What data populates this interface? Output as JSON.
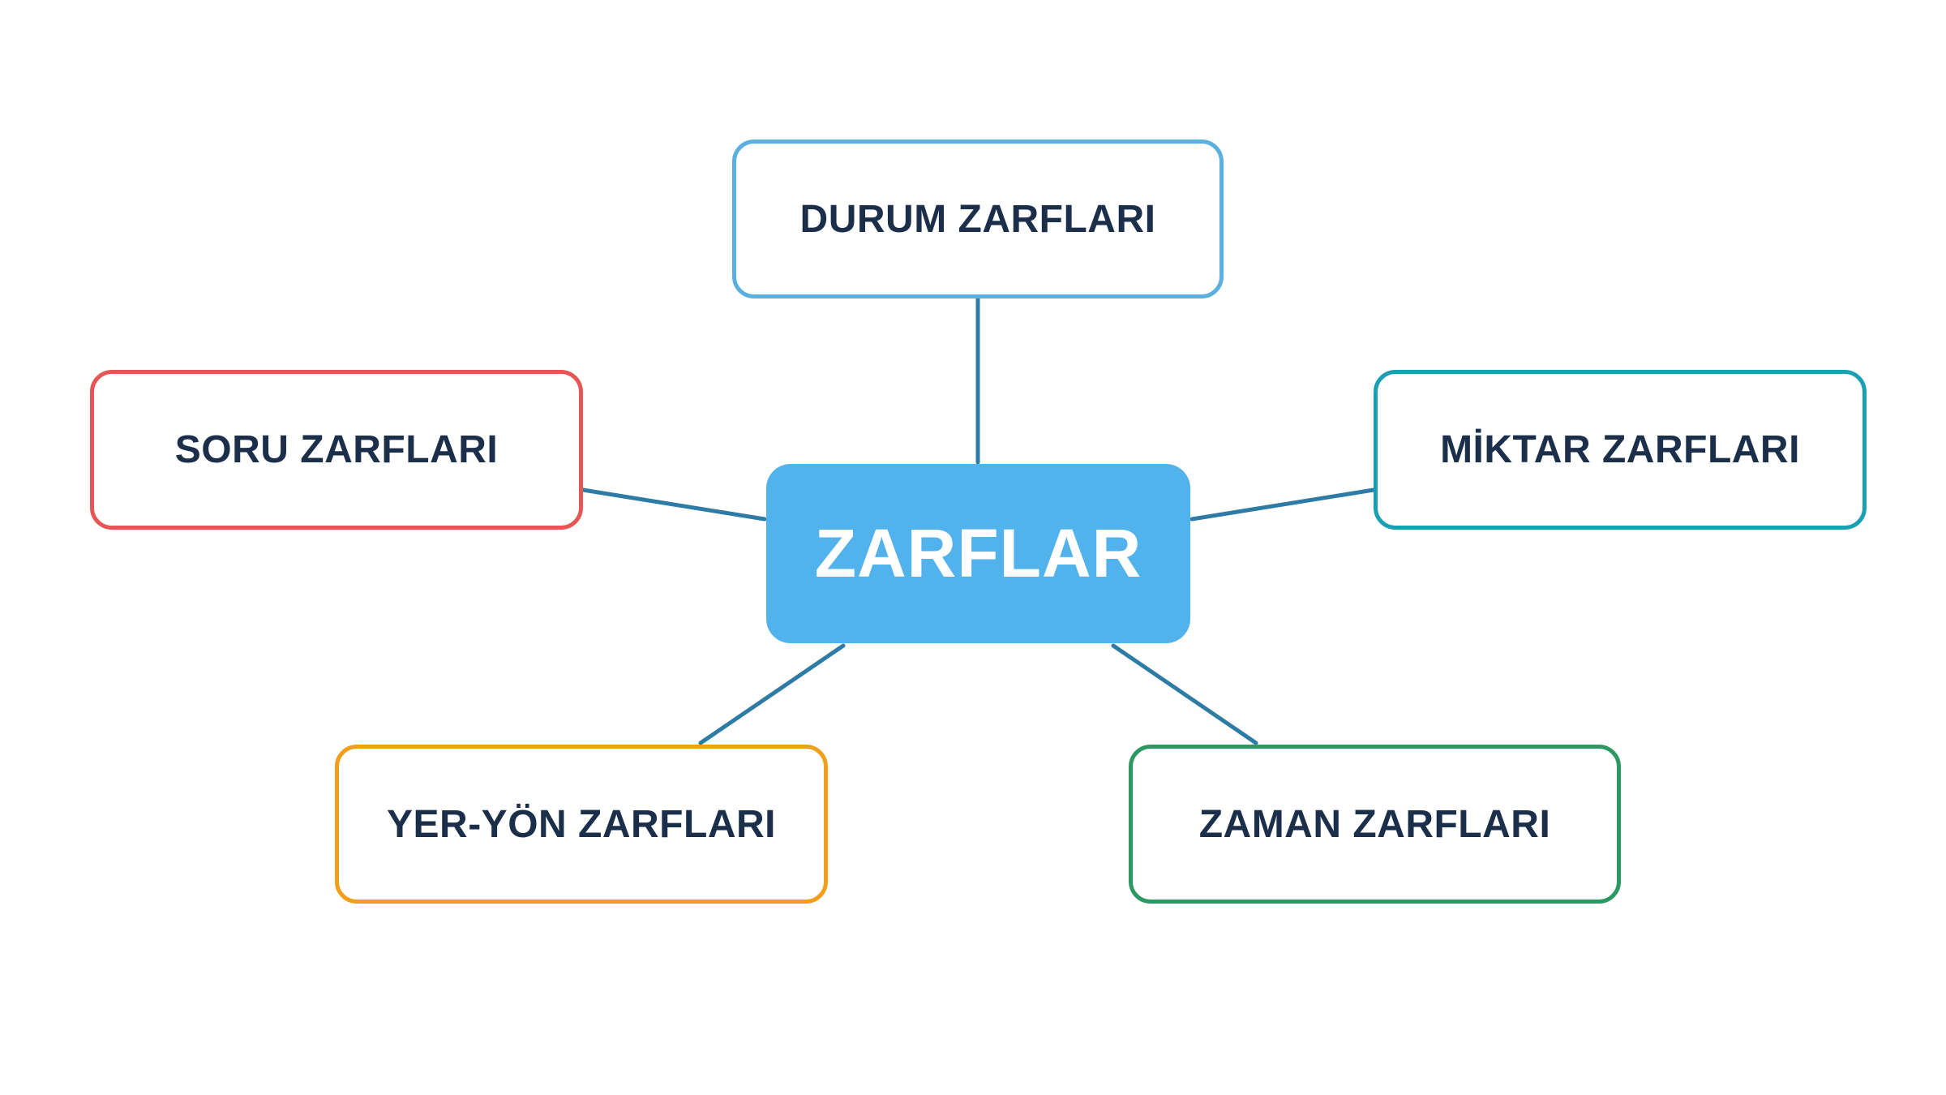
{
  "diagram": {
    "center": {
      "label": "ZARFLAR",
      "color": "#51b2ec"
    },
    "connector_color": "#2e7ca6",
    "branches": [
      {
        "id": "durum",
        "label": "DURUM ZARFLARI",
        "border_color": "#5bb0e0"
      },
      {
        "id": "soru",
        "label": "SORU ZARFLARI",
        "border_color": "#e55656"
      },
      {
        "id": "miktar",
        "label": "MİKTAR ZARFLARI",
        "border_color": "#1aa0b2"
      },
      {
        "id": "yeryon",
        "label": "YER-YÖN ZARFLARI",
        "border_color": "#ef9f1c"
      },
      {
        "id": "zaman",
        "label": "ZAMAN ZARFLARI",
        "border_color": "#2e9865"
      }
    ]
  }
}
